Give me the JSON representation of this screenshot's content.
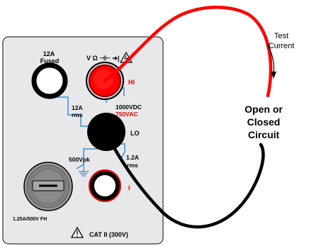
{
  "colors": {
    "panel": "#e8e8ea",
    "panel_border": "#555555",
    "trace_blue": "#3a8fd6",
    "lead_red": "#ff0000",
    "lead_black": "#000000",
    "accent_red": "#e60000",
    "fuse_gray": "#8a8a8a"
  },
  "panel": {
    "fused_label_1": "12A",
    "fused_label_2": "Fused",
    "function_symbols": "V Ω ⊣⊢ ➔|",
    "hi_label": "HI",
    "rms_label_1": "12A",
    "rms_label_2": "rms",
    "dc_rating": "1000VDC",
    "ac_rating": "750VAC",
    "lo_label": "LO",
    "vpk_label": "500Vpk",
    "i_rms_label_1": "1.2A",
    "i_rms_label_2": "rms",
    "i_label": "I",
    "fuse_label": "1.25A/500V FH",
    "cat_label": "CAT II (300V)"
  },
  "annotations": {
    "test_current_1": "Test",
    "test_current_2": "Current",
    "circuit_1": "Open or",
    "circuit_2": "Closed",
    "circuit_3": "Circuit"
  },
  "icons": [
    "warning-triangle-icon",
    "ground-icon",
    "lightning-icon",
    "current-arrow-icon"
  ]
}
